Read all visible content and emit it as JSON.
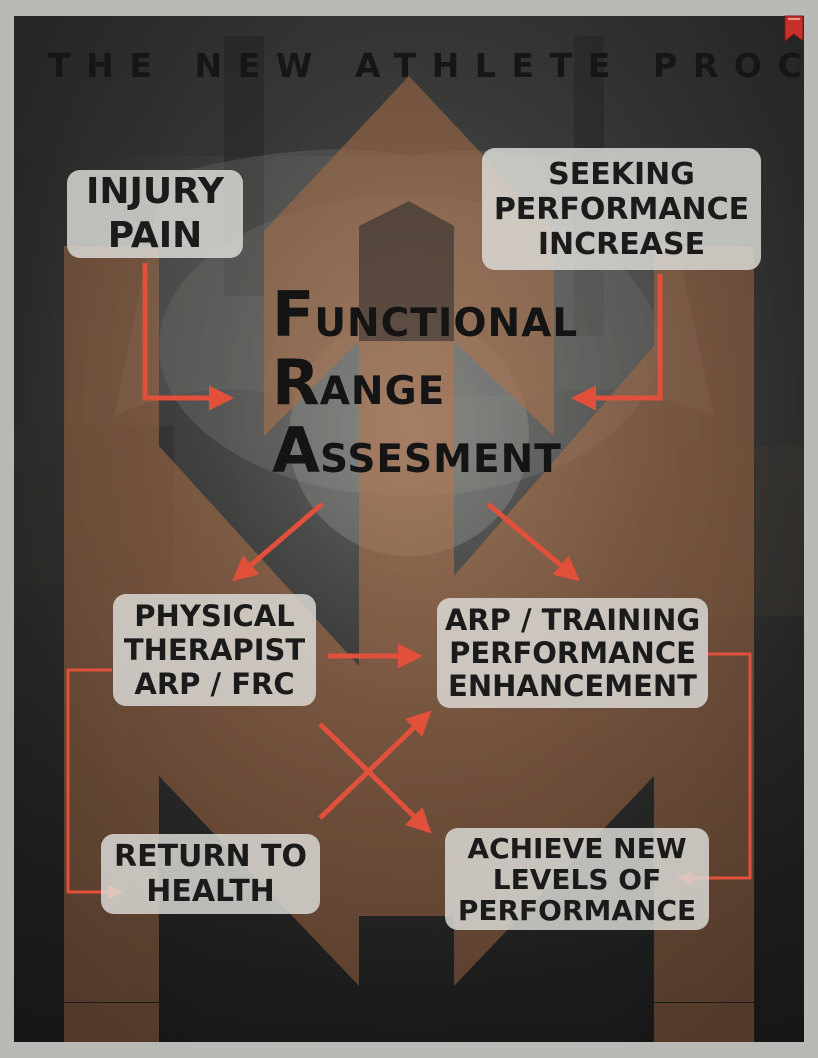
{
  "title": "THE NEW ATHLETE PROCESS",
  "boxes": {
    "injury": [
      "INJURY",
      "PAIN"
    ],
    "seeking": [
      "SEEKING",
      "PERFORMANCE",
      "INCREASE"
    ],
    "therapist": [
      "PHYSICAL",
      "THERAPIST",
      "ARP / FRC"
    ],
    "training": [
      "ARP / TRAINING",
      "PERFORMANCE",
      "ENHANCEMENT"
    ],
    "return": [
      "RETURN TO",
      "HEALTH"
    ],
    "achieve": [
      "ACHIEVE NEW",
      "LEVELS OF",
      "PERFORMANCE"
    ]
  },
  "fra": [
    {
      "cap": "F",
      "rest": "UNCTIONAL"
    },
    {
      "cap": "R",
      "rest": "ANGE"
    },
    {
      "cap": "A",
      "rest": "SSESMENT"
    }
  ],
  "colors": {
    "arrow": "#e0503a",
    "overlay": "#b87a52",
    "box_fill": "#deded9",
    "text": "#1b1b1b"
  },
  "icons": {
    "bookmark": "bookmark-icon"
  }
}
